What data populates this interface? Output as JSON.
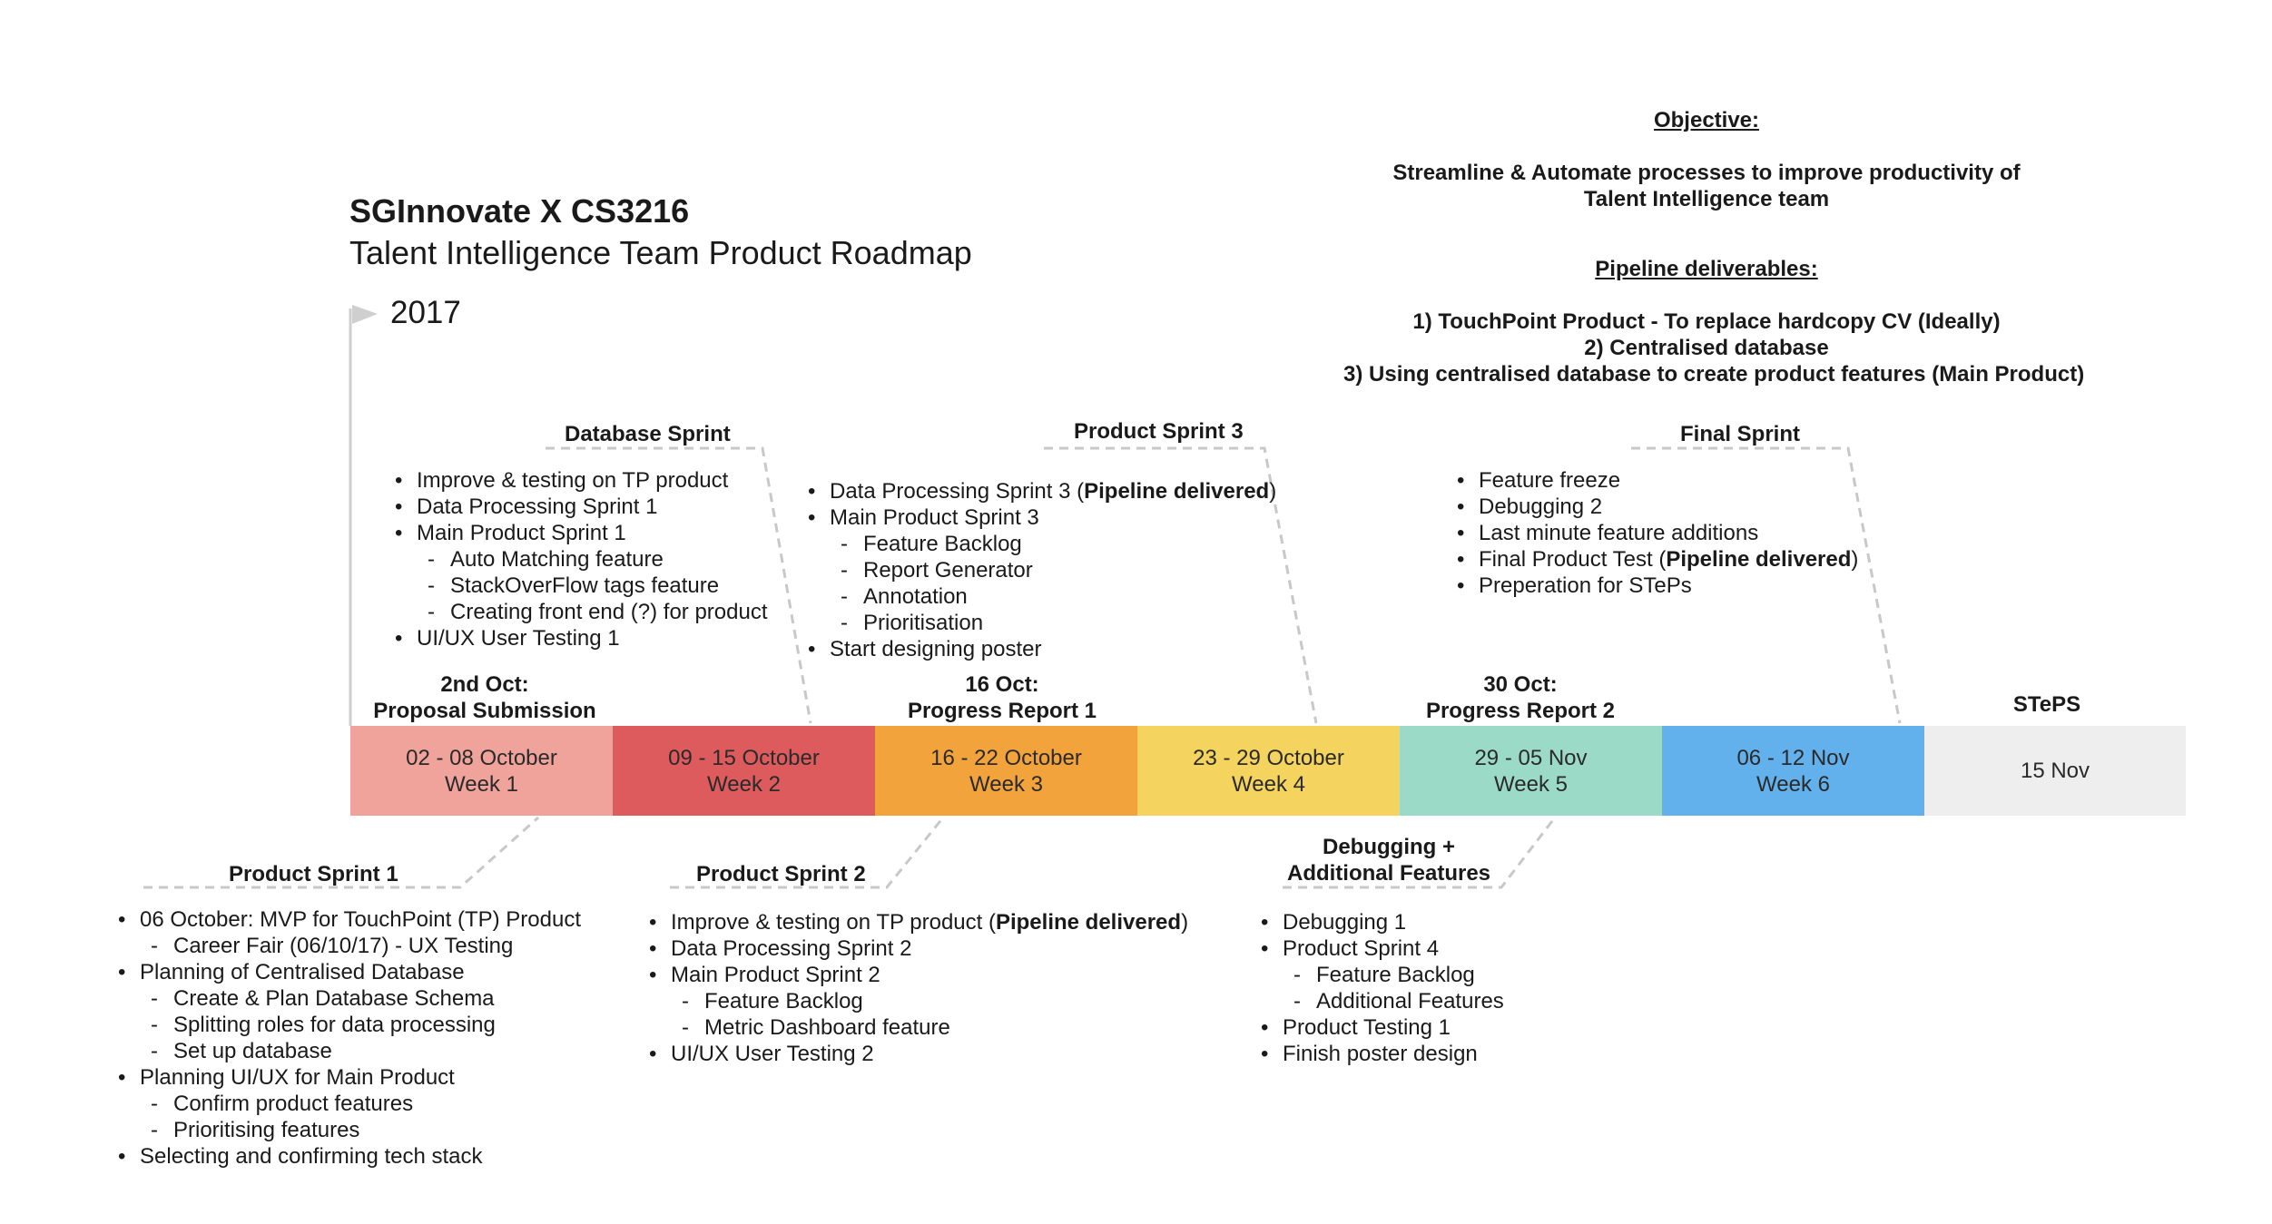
{
  "header": {
    "title": "SGInnovate X CS3216",
    "subtitle": "Talent Intelligence Team Product Roadmap",
    "year": "2017"
  },
  "objective": {
    "heading": "Objective:",
    "line1": "Streamline & Automate processes to improve productivity of",
    "line2": "Talent Intelligence team",
    "deliverables_heading": "Pipeline deliverables:",
    "deliverable1": "1) TouchPoint Product - To replace hardcopy CV (Ideally)",
    "deliverable2": "2) Centralised database",
    "deliverable3": "3) Using centralised database to create product features (Main Product)"
  },
  "milestones": {
    "m1_line1": "2nd Oct:",
    "m1_line2": "Proposal Submission",
    "m2_line1": "16 Oct:",
    "m2_line2": "Progress Report 1",
    "m3_line1": "30 Oct:",
    "m3_line2": "Progress Report 2",
    "m4": "STePS"
  },
  "weeks": [
    {
      "dates": "02 - 08 October",
      "week": "Week 1",
      "color": "#f0a39b"
    },
    {
      "dates": "09 - 15 October",
      "week": "Week 2",
      "color": "#de5b5d"
    },
    {
      "dates": "16 - 22 October",
      "week": "Week 3",
      "color": "#f3a33c"
    },
    {
      "dates": "23 - 29 October",
      "week": "Week 4",
      "color": "#f4d35e"
    },
    {
      "dates": "29 - 05 Nov",
      "week": "Week 5",
      "color": "#9cdac8"
    },
    {
      "dates": "06 - 12 Nov",
      "week": "Week 6",
      "color": "#63b1ec"
    },
    {
      "dates": "15 Nov",
      "week": "",
      "color": "#eeeeee"
    }
  ],
  "sprints": {
    "database": {
      "title": "Database Sprint",
      "items": [
        {
          "text": "Improve & testing on TP product",
          "level": 1
        },
        {
          "text": "Data Processing Sprint 1",
          "level": 1
        },
        {
          "text": "Main Product Sprint 1",
          "level": 1
        },
        {
          "text": "Auto Matching feature",
          "level": 2
        },
        {
          "text": "StackOverFlow tags feature",
          "level": 2
        },
        {
          "text": "Creating front end (?) for product",
          "level": 2
        },
        {
          "text": "UI/UX User Testing 1",
          "level": 1
        }
      ]
    },
    "product3": {
      "title": "Product Sprint 3",
      "items": [
        {
          "text": "Data Processing Sprint 3 (",
          "bold": "Pipeline delivered",
          "tail": ")",
          "level": 1
        },
        {
          "text": "Main Product Sprint 3",
          "level": 1
        },
        {
          "text": "Feature Backlog",
          "level": 2
        },
        {
          "text": "Report Generator",
          "level": 2
        },
        {
          "text": "Annotation",
          "level": 2
        },
        {
          "text": "Prioritisation",
          "level": 2
        },
        {
          "text": "Start designing poster",
          "level": 1
        }
      ]
    },
    "final": {
      "title": "Final Sprint",
      "items": [
        {
          "text": "Feature freeze",
          "level": 1
        },
        {
          "text": "Debugging 2",
          "level": 1
        },
        {
          "text": "Last minute feature additions",
          "level": 1
        },
        {
          "text": "Final Product Test (",
          "bold": "Pipeline delivered",
          "tail": ")",
          "level": 1
        },
        {
          "text": "Preperation for STePs",
          "level": 1
        }
      ]
    },
    "product1": {
      "title": "Product Sprint 1",
      "items": [
        {
          "text": "06 October: MVP for TouchPoint (TP) Product",
          "level": 1
        },
        {
          "text": "Career Fair (06/10/17) - UX Testing",
          "level": 2
        },
        {
          "text": "Planning of Centralised Database",
          "level": 1
        },
        {
          "text": "Create & Plan Database Schema",
          "level": 2
        },
        {
          "text": "Splitting roles for data processing",
          "level": 2
        },
        {
          "text": "Set up database",
          "level": 2
        },
        {
          "text": "Planning UI/UX for Main Product",
          "level": 1
        },
        {
          "text": "Confirm product features",
          "level": 2
        },
        {
          "text": "Prioritising features",
          "level": 2
        },
        {
          "text": "Selecting and confirming tech stack",
          "level": 1
        }
      ]
    },
    "product2": {
      "title": "Product Sprint 2",
      "items": [
        {
          "text": "Improve & testing on TP product (",
          "bold": "Pipeline delivered",
          "tail": ")",
          "level": 1
        },
        {
          "text": "Data Processing Sprint 2",
          "level": 1
        },
        {
          "text": "Main Product Sprint 2",
          "level": 1
        },
        {
          "text": "Feature Backlog",
          "level": 2
        },
        {
          "text": "Metric Dashboard feature",
          "level": 2
        },
        {
          "text": "UI/UX User Testing 2",
          "level": 1
        }
      ]
    },
    "debugging": {
      "title_line1": "Debugging +",
      "title_line2": "Additional Features",
      "items": [
        {
          "text": "Debugging 1",
          "level": 1
        },
        {
          "text": "Product Sprint 4",
          "level": 1
        },
        {
          "text": "Feature Backlog",
          "level": 2
        },
        {
          "text": "Additional Features",
          "level": 2
        },
        {
          "text": "Product Testing 1",
          "level": 1
        },
        {
          "text": "Finish poster design",
          "level": 1
        }
      ]
    }
  }
}
